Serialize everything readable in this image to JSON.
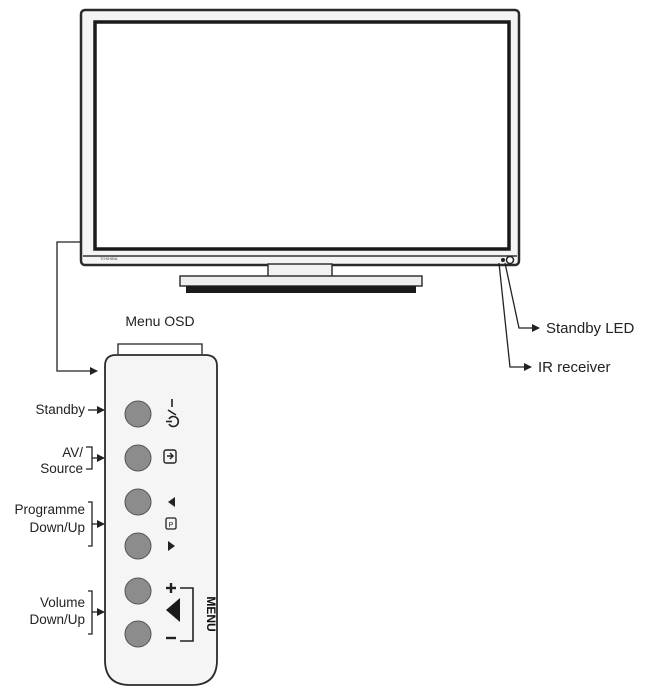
{
  "tv": {
    "brand": "TOSHIBA"
  },
  "labels": {
    "menu_osd": "Menu OSD",
    "standby_led": "Standby LED",
    "ir_receiver": "IR receiver",
    "standby": "Standby",
    "av_line1": "AV/",
    "av_line2": "Source",
    "programme_line1": "Programme",
    "programme_line2": "Down/Up",
    "volume_line1": "Volume",
    "volume_line2": "Down/Up",
    "menu": "MENU"
  },
  "icons": {
    "standby": "power-standby-icon",
    "source": "source-input-icon",
    "prog_down": "triangle-left-icon",
    "prog_up": "triangle-right-icon",
    "vol_up": "plus-icon",
    "vol_down": "minus-icon",
    "volume": "volume-wedge-icon"
  }
}
